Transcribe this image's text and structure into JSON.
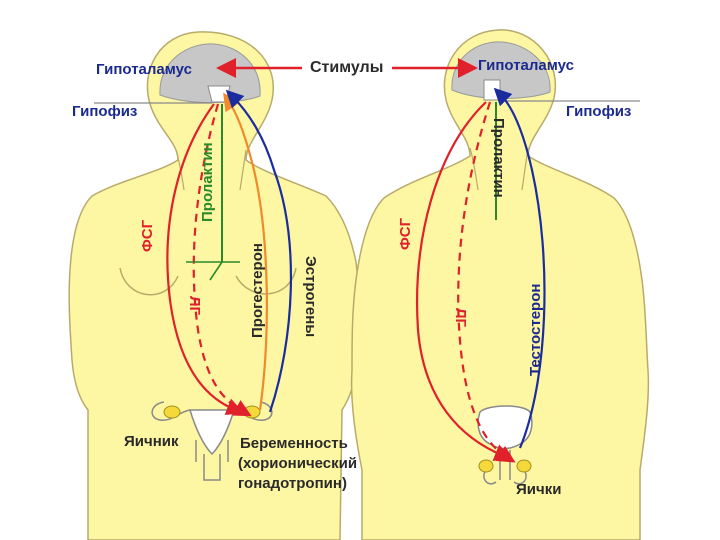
{
  "colors": {
    "body_fill": "#fdf6a3",
    "body_stroke": "#b8ab6a",
    "brain_fill": "#c7c7c7",
    "red": "#e0202a",
    "blue": "#1a2c9e",
    "green": "#2a8a2a",
    "orange": "#f08a2c",
    "navy_text": "#1b2a8e",
    "dark_text": "#2a2a2a"
  },
  "labels": {
    "hypothalamus_left": "Гипоталамус",
    "hypothalamus_right": "Гипоталамус",
    "stimuli": "Стимулы",
    "pituitary_left": "Гипофиз",
    "pituitary_right": "Гипофиз",
    "prolactin_left": "Пролактин",
    "prolactin_right": "Пролактин",
    "fsh_left": "ФСГ",
    "fsh_right": "ФСГ",
    "lh_left": "ЛГ",
    "lh_right": "ЛГ",
    "progesterone": "Прогестерон",
    "estrogens": "Эстрогены",
    "testosterone": "Тестостерон",
    "ovary": "Яичник",
    "testes": "Яички",
    "pregnancy_line1": "Беременность",
    "pregnancy_line2": "(хорионический",
    "pregnancy_line3": "гонадотропин)"
  }
}
